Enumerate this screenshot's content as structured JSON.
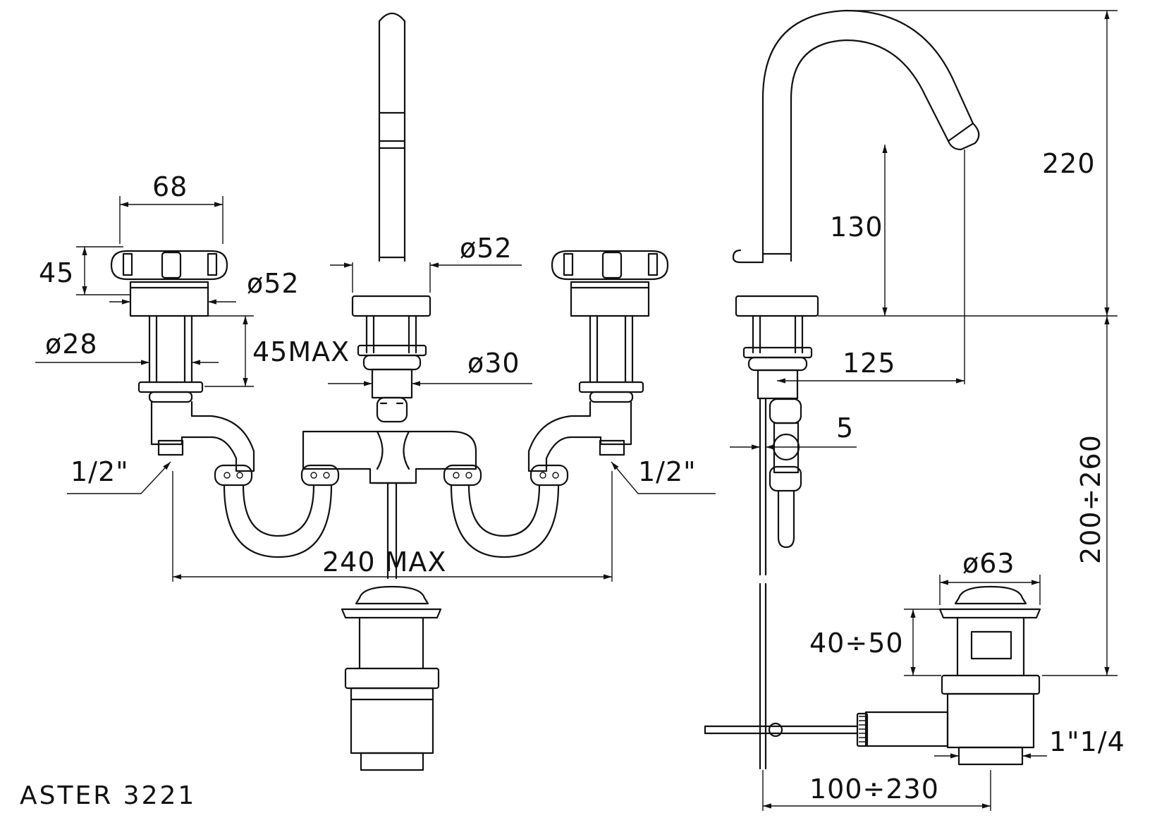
{
  "title": "ASTER 3221",
  "front_view": {
    "handle_width": "68",
    "handle_height": "45",
    "handle_base_dia": "ø52",
    "spout_base_dia": "ø52",
    "shank_dia": "ø28",
    "shank_max_len": "45MAX",
    "spout_shank_dia": "ø30",
    "inlet_left": "1/2\"",
    "inlet_right": "1/2\"",
    "spread": "240 MAX"
  },
  "side_view": {
    "total_height": "220",
    "spout_clearance": "130",
    "spout_reach": "125",
    "rod_dia": "5",
    "install_height": "200÷260",
    "waste_dia": "ø63",
    "waste_thickness": "40÷50",
    "waste_thread": "1\"1/4",
    "rod_length": "100÷230"
  }
}
